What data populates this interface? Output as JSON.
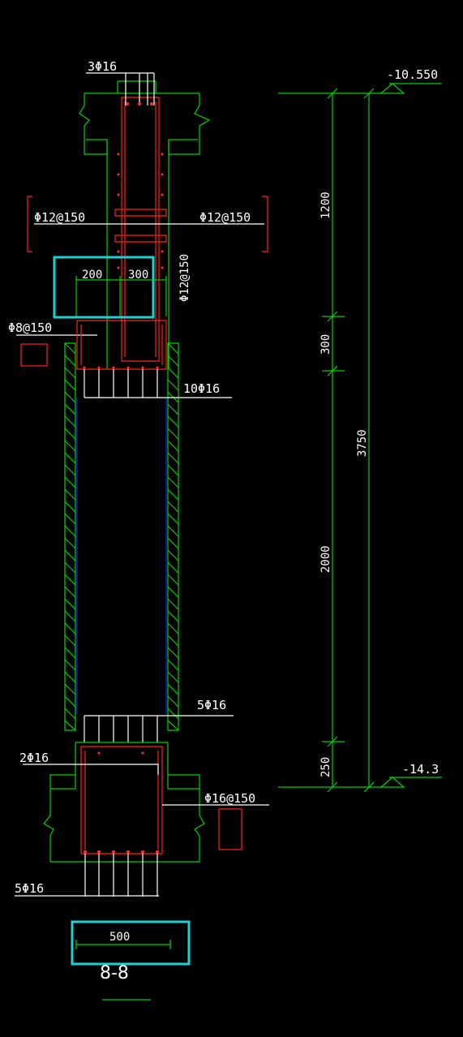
{
  "drawing": {
    "title": "8-8",
    "top_elevation": "-10.550",
    "bottom_elevation": "-14.3",
    "rebar_labels": {
      "top_longitudinal": "3Φ16",
      "stirrup_left": "Φ12@150",
      "stirrup_right": "Φ12@150",
      "stirrup_vertical": "Φ12@150",
      "tie": "Φ8@150",
      "upper_main": "10Φ16",
      "lower_main": "5Φ16",
      "base_top": "2Φ16",
      "base_stirrup": "Φ16@150",
      "base_bottom": "5Φ16"
    },
    "section_dims": {
      "left": "200",
      "right": "300",
      "base_width": "500"
    },
    "vertical_dims": [
      "1200",
      "300",
      "2000",
      "250"
    ],
    "total_dim": "3750"
  },
  "colors": {
    "background": "#000000",
    "structure": "#00d400",
    "rebar": "#ff2020",
    "highlight": "#20d0d0",
    "pile_edge": "#2020ff",
    "text": "#ffffff"
  }
}
